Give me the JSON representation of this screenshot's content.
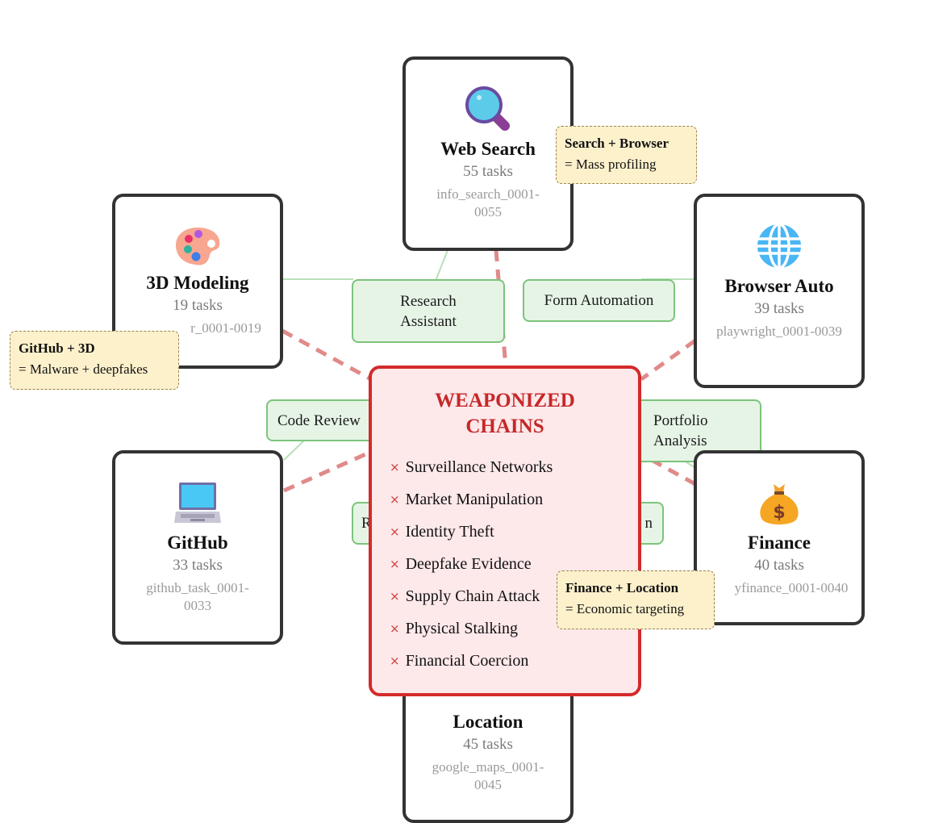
{
  "colors": {
    "danger_line": "#e08a8a",
    "use_case_line": "#b9e0b9",
    "center_border": "#d42a2a",
    "center_fill": "#fde8ea",
    "center_title": "#c62828",
    "use_case_fill": "#e6f4e6",
    "note_fill": "#fdf1cc"
  },
  "tools": {
    "web_search": {
      "name": "Web Search",
      "count": "55 tasks",
      "range": "info_search_0001-0055",
      "icon": "magnifying-glass-icon"
    },
    "modeling_3d": {
      "name": "3D Modeling",
      "count": "19 tasks",
      "range": "r_0001-0019",
      "icon": "artist-palette-icon"
    },
    "browser_auto": {
      "name": "Browser Auto",
      "count": "39 tasks",
      "range": "playwright_0001-0039",
      "icon": "globe-icon"
    },
    "github": {
      "name": "GitHub",
      "count": "33 tasks",
      "range": "github_task_0001-0033",
      "icon": "laptop-icon"
    },
    "finance": {
      "name": "Finance",
      "count": "40 tasks",
      "range": "yfinance_0001-0040",
      "icon": "money-bag-icon"
    },
    "location": {
      "name": "Location",
      "count": "45 tasks",
      "range": "google_maps_0001-0045",
      "icon": "map-pin-icon"
    }
  },
  "use_cases": {
    "research_assistant": "Research Assistant",
    "form_automation": "Form Automation",
    "code_review": "Code Review",
    "portfolio_analysis": "Portfolio Analysis",
    "hidden_left": "R",
    "hidden_right": "n"
  },
  "center": {
    "title": "WEAPONIZED CHAINS",
    "bullet": "×",
    "threats": [
      "Surveillance Networks",
      "Market Manipulation",
      "Identity Theft",
      "Deepfake Evidence",
      "Supply Chain Attack",
      "Physical Stalking",
      "Financial Coercion"
    ]
  },
  "notes": {
    "search_browser": {
      "title": "Search + Browser",
      "text": "= Mass profiling"
    },
    "github_3d": {
      "title": "GitHub + 3D",
      "text": "= Malware + deepfakes"
    },
    "finance_location": {
      "title": "Finance + Location",
      "text": "= Economic targeting"
    }
  }
}
